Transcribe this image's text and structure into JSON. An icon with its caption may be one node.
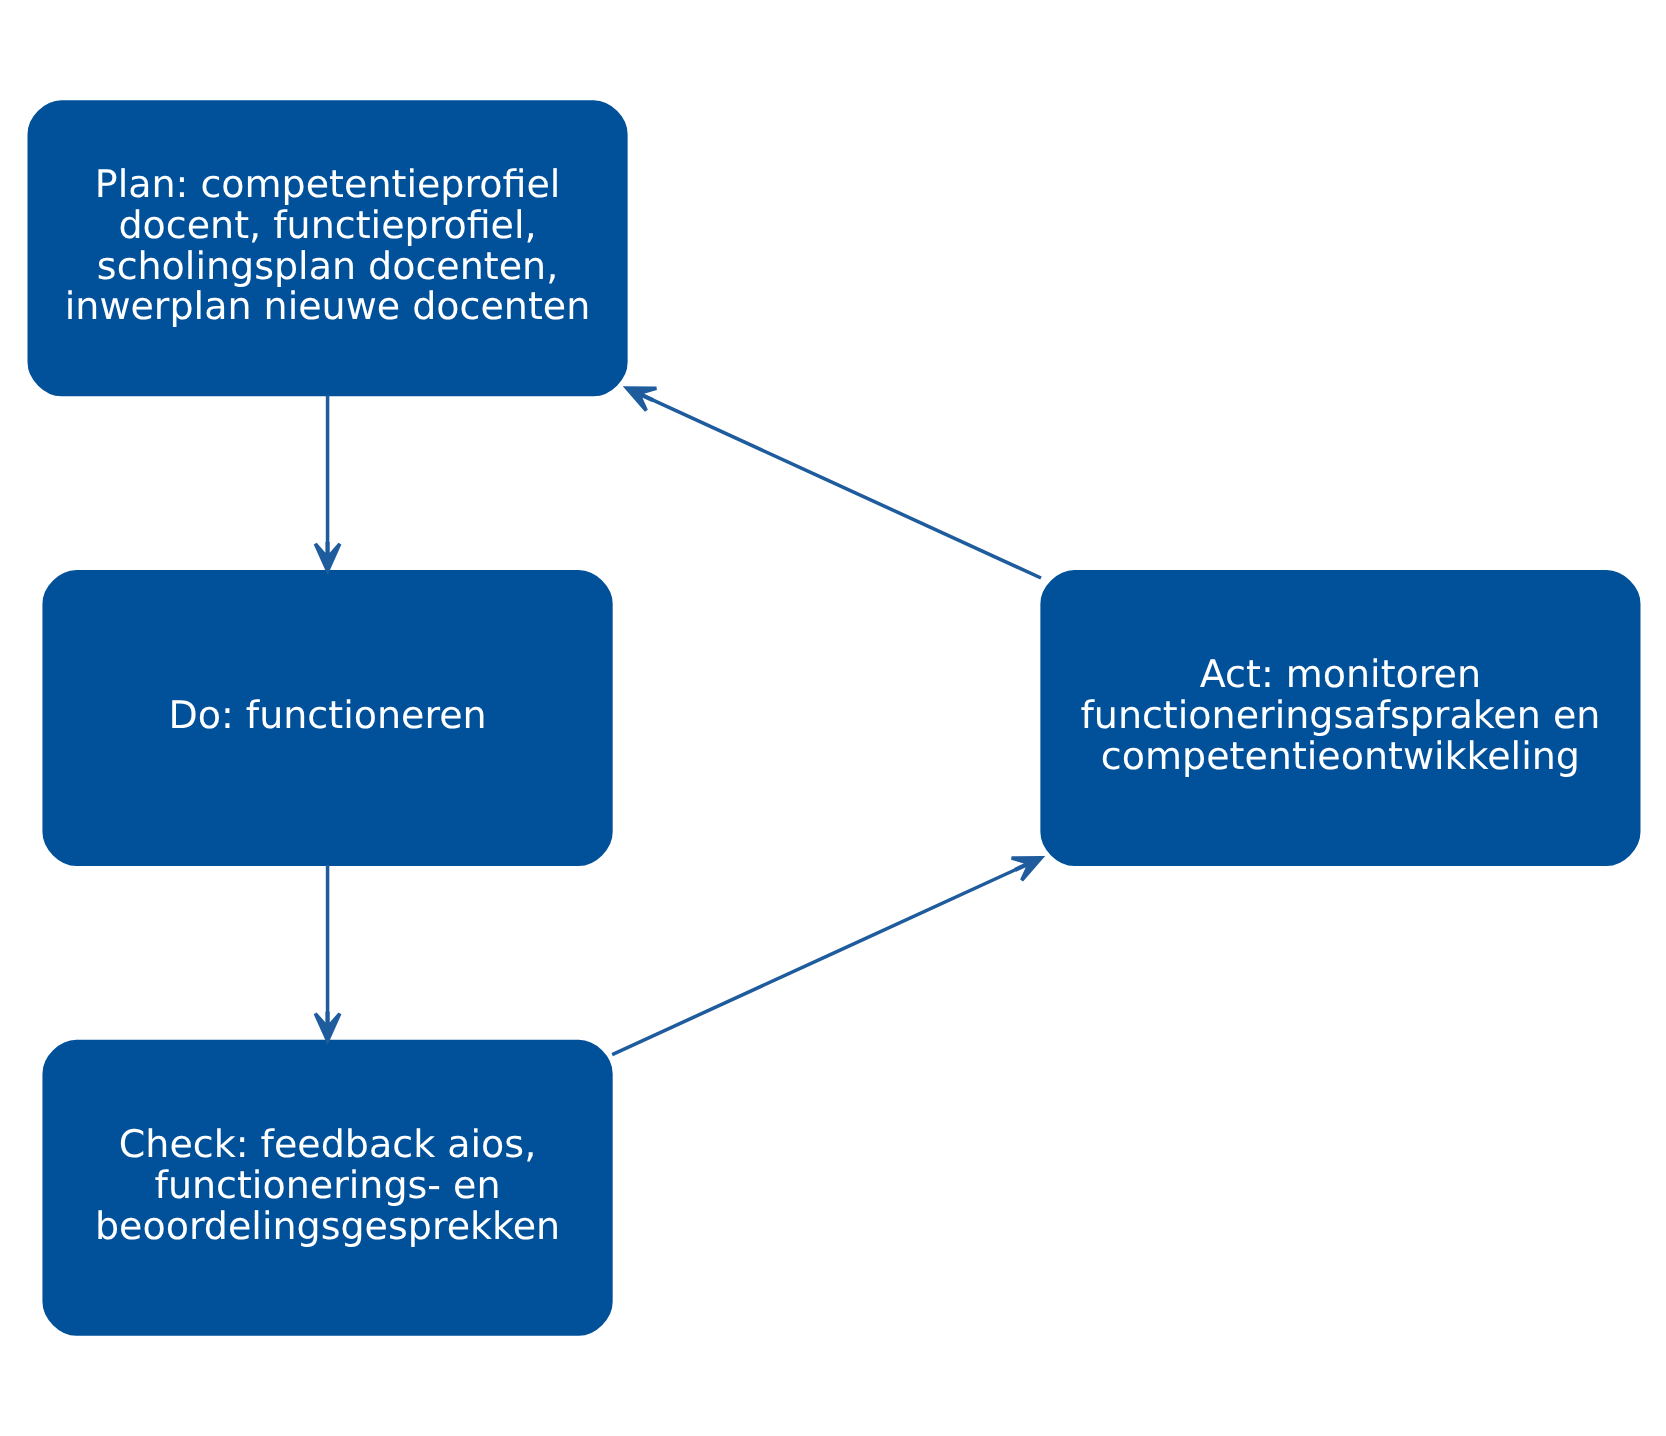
{
  "diagram": {
    "nodes": [
      {
        "text": [
          "Plan: competentieprofiel docent, functieprofiel, scholingsplan docenten, inwerplan nieuwe docenten"
        ]
      },
      {
        "text": [
          "Act: monitoren functioneringsafspraken en competentieontwikkeling"
        ]
      },
      {
        "text": [
          "Do: functioneren"
        ]
      },
      {
        "text": [
          "Check: feedback aios, functionerings- en beoordelingsgesprekken"
        ]
      }
    ],
    "edges": [
      {
        "from": 0,
        "to": 2,
        "arrow": "to"
      },
      {
        "from": 2,
        "to": 3,
        "arrow": "to"
      },
      {
        "from": 3,
        "to": 1,
        "arrow": "to"
      },
      {
        "from": 1,
        "to": 0,
        "arrow": "to"
      }
    ]
  }
}
